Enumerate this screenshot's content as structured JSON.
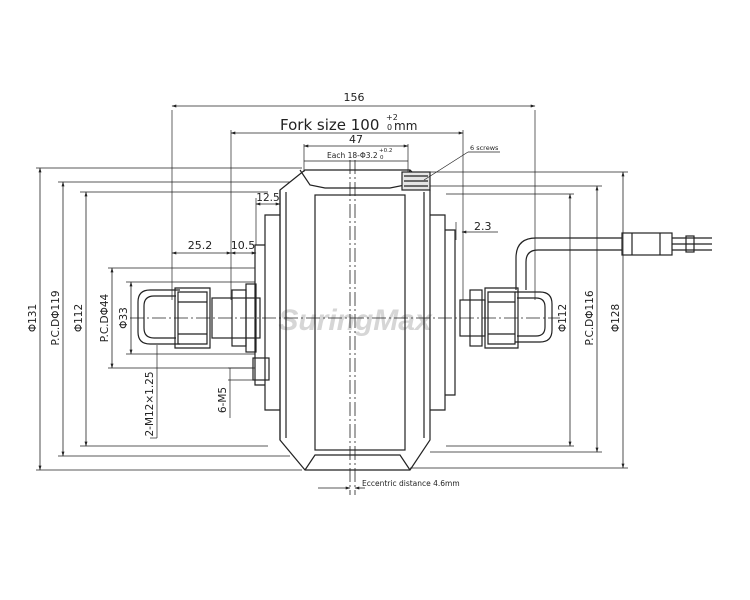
{
  "watermark": "SuringMax",
  "labels": {
    "dim_156": "156",
    "dim_fork_size": "Fork size 100",
    "dim_fork_tol_upper": "+2",
    "dim_fork_tol_lower": "0",
    "dim_fork_unit": "mm",
    "dim_47": "47",
    "spoke_holes": "Each 18-Φ3.2",
    "spoke_tol_upper": "+0.2",
    "spoke_tol_lower": "0",
    "screws_note": "6 screws",
    "dim_12_5": "12.5",
    "dim_25_2": "25.2",
    "dim_10_5": "10.5",
    "dim_2_3": "2.3",
    "dim_pcd_131": "Φ131",
    "dim_pcd_119": "P.C.DΦ119",
    "dim_112_left": "Φ112",
    "dim_pcd_44": "P.C.DΦ44",
    "dim_33": "Φ33",
    "thread_axle": "2-M12×1.25",
    "thread_screw": "6-M5",
    "dim_112_right": "Φ112",
    "dim_pcd_116": "P.C.DΦ116",
    "dim_128": "Φ128",
    "eccentric": "Eccentric distance 4.6mm"
  },
  "colors": {
    "line": "#222222",
    "watermark": "#d6d6d6",
    "background": "#ffffff"
  }
}
